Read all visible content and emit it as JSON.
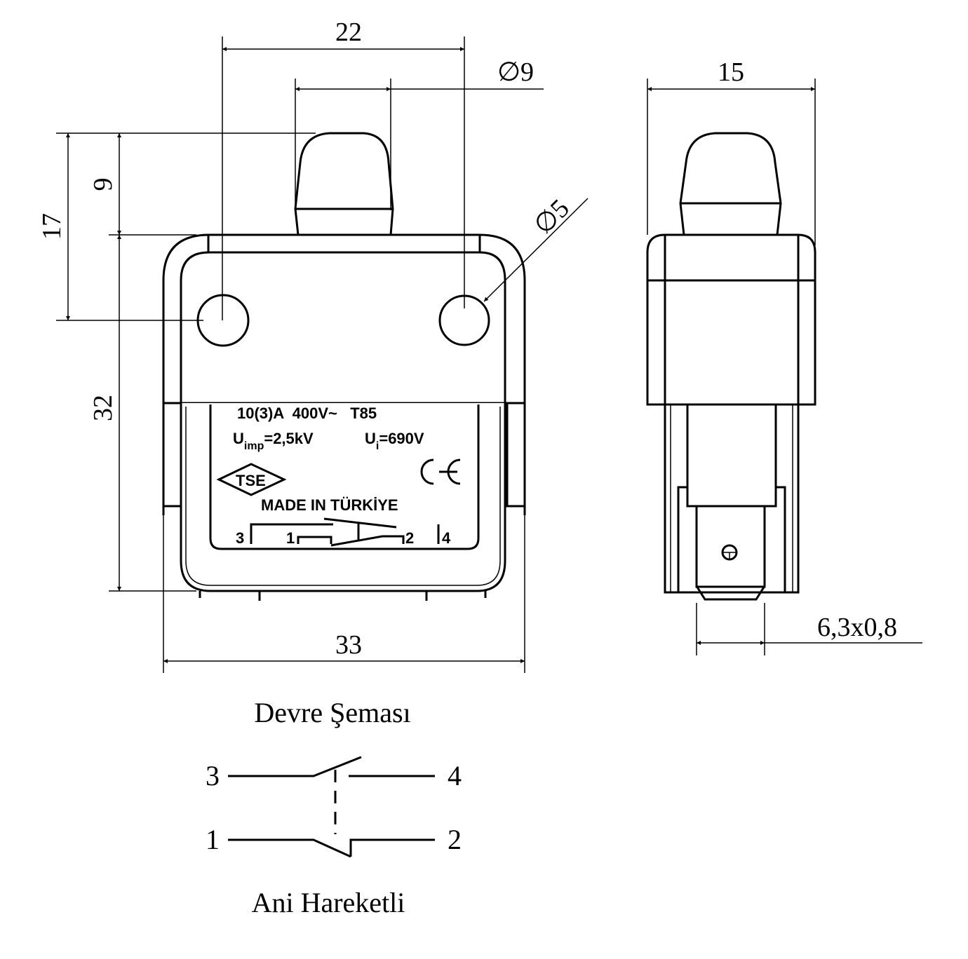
{
  "dimensions": {
    "top_width": "22",
    "plunger_dia": "∅9",
    "side_width": "15",
    "height_17": "17",
    "height_9": "9",
    "height_32": "32",
    "hole_dia": "∅5",
    "body_width": "33",
    "terminal": "6,3x0,8"
  },
  "label_plate": {
    "rating": "10(3)A  400V~   T85",
    "uimp": "U",
    "uimp_sub": "imp",
    "uimp_val": "=2,5kV",
    "ui": "U",
    "ui_sub": "i",
    "ui_val": "=690V",
    "ce_mark": "CE",
    "tse_logo": "TSE",
    "made_in": "MADE IN TÜRKİYE",
    "pin3": "3",
    "pin1": "1",
    "pin2": "2",
    "pin4": "4"
  },
  "schematic": {
    "title": "Devre Şeması",
    "t3": "3",
    "t4": "4",
    "t1": "1",
    "t2": "2",
    "caption": "Ani Hareketli"
  }
}
